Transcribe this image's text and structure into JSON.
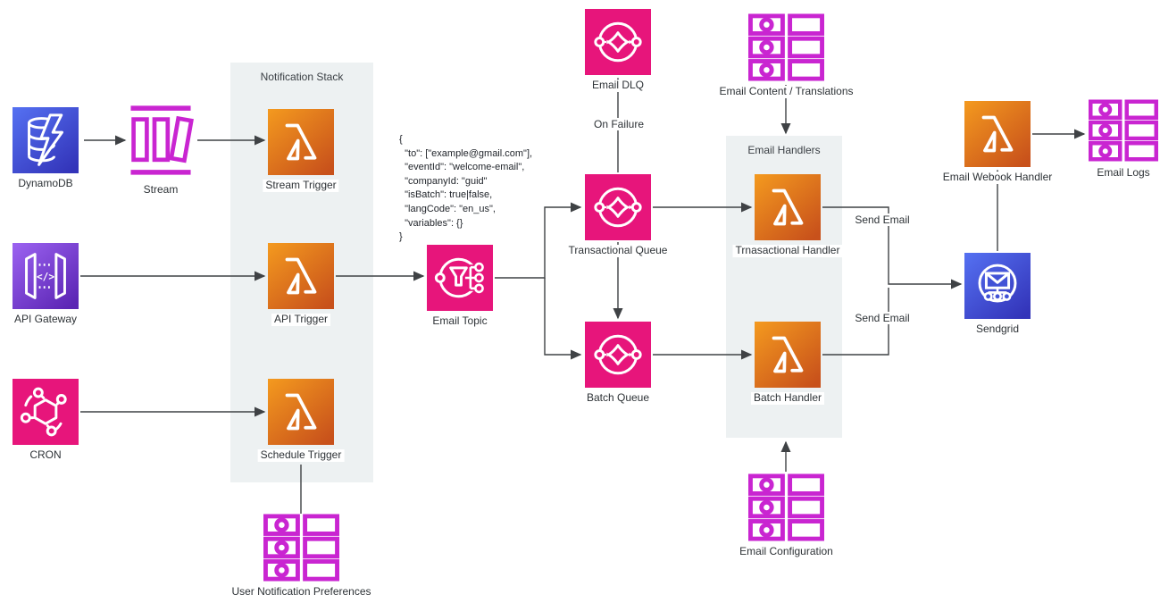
{
  "containers": {
    "notification_stack": {
      "label": "Notification Stack"
    },
    "email_handlers": {
      "label": "Email Handlers"
    }
  },
  "nodes": {
    "dynamodb": {
      "label": "DynamoDB",
      "service": "dynamodb"
    },
    "stream": {
      "label": "Stream",
      "service": "dynamodb-stream"
    },
    "api_gateway": {
      "label": "API Gateway",
      "service": "api-gateway"
    },
    "cron": {
      "label": "CRON",
      "service": "eventbridge-rule"
    },
    "stream_trigger": {
      "label": "Stream Trigger",
      "service": "lambda"
    },
    "api_trigger": {
      "label": "API Trigger",
      "service": "lambda"
    },
    "schedule_trigger": {
      "label": "Schedule Trigger",
      "service": "lambda"
    },
    "user_notification_preferences": {
      "label": "User Notification Preferences",
      "service": "dynamodb-items"
    },
    "email_topic": {
      "label": "Email Topic",
      "service": "sns-topic"
    },
    "email_dlq": {
      "label": "Email DLQ",
      "service": "sqs-queue"
    },
    "transactional_queue": {
      "label": "Transactional Queue",
      "service": "sqs-queue"
    },
    "batch_queue": {
      "label": "Batch Queue",
      "service": "sqs-queue"
    },
    "email_content_translations": {
      "label": "Email Content / Translations",
      "service": "dynamodb-items"
    },
    "transactional_handler": {
      "label": "Trnasactional Handler",
      "service": "lambda"
    },
    "batch_handler": {
      "label": "Batch Handler",
      "service": "lambda"
    },
    "email_configuration": {
      "label": "Email Configuration",
      "service": "dynamodb-items"
    },
    "sendgrid": {
      "label": "Sendgrid",
      "service": "email-service"
    },
    "email_webhook_handler": {
      "label": "Email Webook Handler",
      "service": "lambda"
    },
    "email_logs": {
      "label": "Email Logs",
      "service": "dynamodb-items"
    }
  },
  "edge_labels": {
    "on_failure": "On Failure",
    "send_email_top": "Send Email",
    "send_email_bottom": "Send Email"
  },
  "payload": {
    "text": "{\n  \"to\": [\"example@gmail.com\"],\n  \"eventId\": \"welcome-email\",\n  \"companyId: \"guid\"\n  \"isBatch\": true|false,\n  \"langCode\": \"en_us\",\n  \"variables\": {}\n}"
  },
  "colors": {
    "pink": "#E7157B",
    "purple": "#C925D1",
    "lambda-orange-light": "#F49A1F",
    "lambda-orange-dark": "#C8511B",
    "blue-light": "#5571F2",
    "blue-dark": "#3334B9",
    "violet-light": "#9C63F1",
    "violet-dark": "#5B25B4",
    "stack-bg": "#EDF1F2",
    "line": "#3F4245",
    "text": "#2D3236"
  }
}
